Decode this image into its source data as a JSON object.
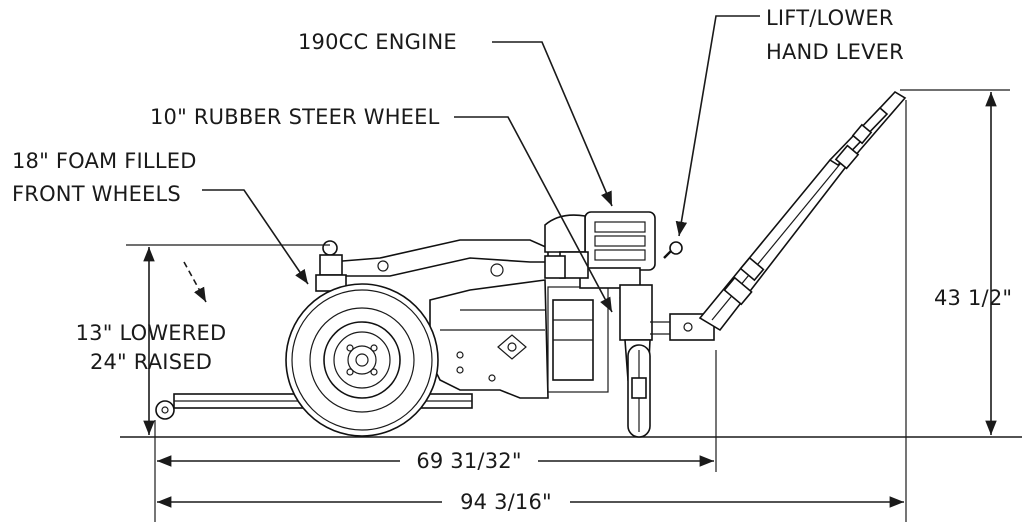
{
  "labels": {
    "engine": "190CC ENGINE",
    "lever_line1": "LIFT/LOWER",
    "lever_line2": "HAND LEVER",
    "steer_wheel": "10\" RUBBER STEER WHEEL",
    "front_line1": "18\" FOAM FILLED",
    "front_line2": "FRONT WHEELS",
    "deck_line1": "13\" LOWERED",
    "deck_line2": "24\" RAISED"
  },
  "dimensions": {
    "height": "43 1/2\"",
    "wheelbase": "69 31/32\"",
    "overall_length": "94 3/16\""
  }
}
